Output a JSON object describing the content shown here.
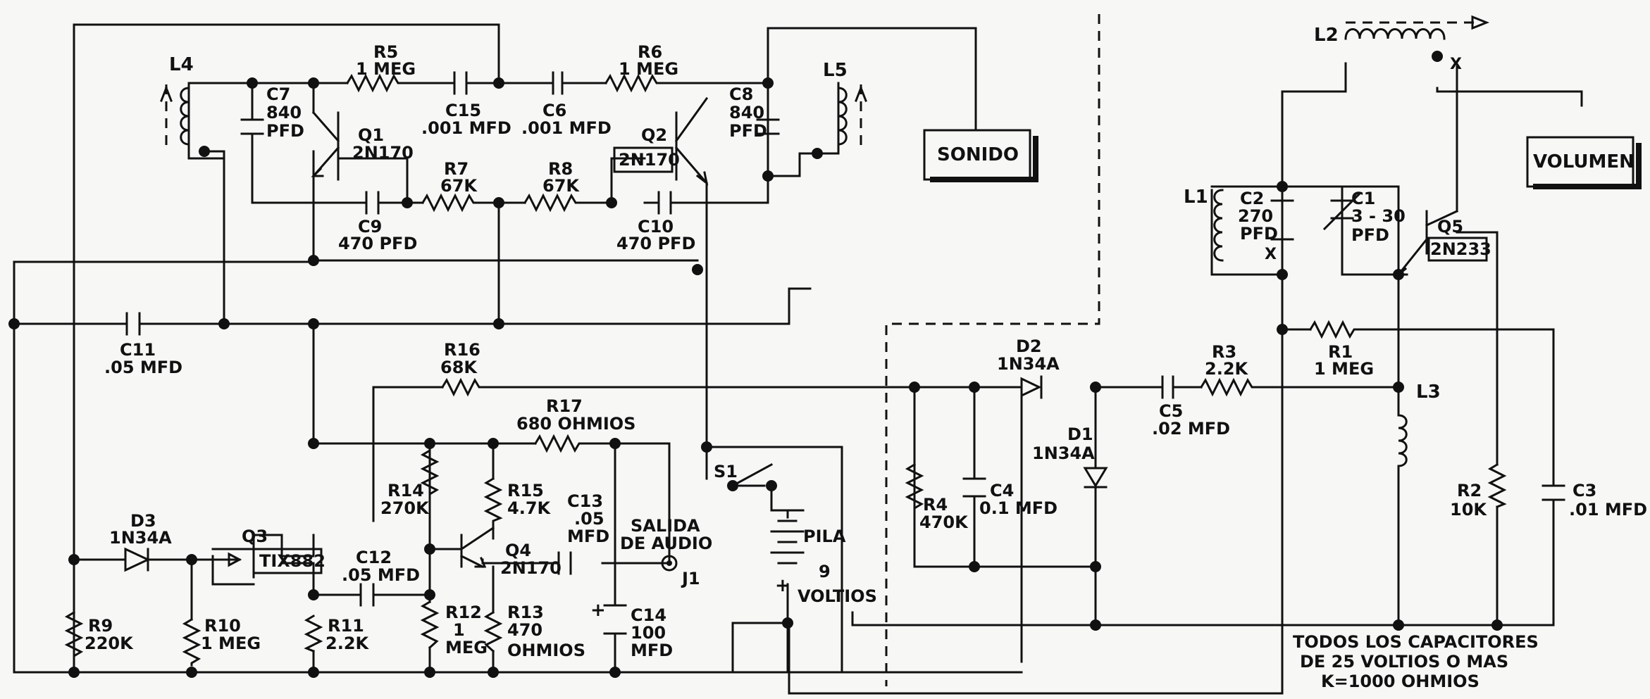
{
  "boxes": {
    "sonido": "SONIDO",
    "volumen": "VOLUMEN"
  },
  "labels": {
    "L4": "L4",
    "L5": "L5",
    "L2": "L2",
    "L1": "L1",
    "L3": "L3",
    "R5": "R5",
    "R5v": "1 MEG",
    "R6": "R6",
    "R6v": "1 MEG",
    "C7": "C7",
    "C7v1": "840",
    "C7v2": "PFD",
    "C8": "C8",
    "C8v1": "840",
    "C8v2": "PFD",
    "Q1": "Q1",
    "Q1v": "2N170",
    "Q2": "Q2",
    "Q2v": "2N170",
    "C15": "C15",
    "C15v": ".001 MFD",
    "C6": "C6",
    "C6v": ".001 MFD",
    "R7": "R7",
    "R7v": "67K",
    "R8": "R8",
    "R8v": "67K",
    "C9": "C9",
    "C9v": "470 PFD",
    "C10": "C10",
    "C10v": "470 PFD",
    "C11": "C11",
    "C11v": ".05 MFD",
    "R16": "R16",
    "R16v": "68K",
    "R17": "R17",
    "R17v": "680 OHMIOS",
    "R14": "R14",
    "R14v": "270K",
    "R15": "R15",
    "R15v": "4.7K",
    "C13": "C13",
    "C13v1": ".05",
    "C13v2": "MFD",
    "salida1": "SALIDA",
    "salida2": "DE AUDIO",
    "J1": "J1",
    "Q4": "Q4",
    "Q4v": "2N170",
    "Q3": "Q3",
    "Q3v": "TIX882",
    "C12": "C12",
    "C12v": ".05 MFD",
    "D3": "D3",
    "D3v": "1N34A",
    "R9": "R9",
    "R9v": "220K",
    "R10": "R10",
    "R10v": "1 MEG",
    "R11": "R11",
    "R11v": "2.2K",
    "R12": "R12",
    "R12v1": "1",
    "R12v2": "MEG",
    "R13": "R13",
    "R13v1": "470",
    "R13v2": "OHMIOS",
    "C14": "C14",
    "C14v1": "100",
    "C14v2": "MFD",
    "S1": "S1",
    "pila1": "PILA",
    "pila2": "9",
    "pila3": "VOLTIOS",
    "D2": "D2",
    "D2v": "1N34A",
    "D1": "D1",
    "D1v": "1N34A",
    "R4": "R4",
    "R4v": "470K",
    "C4": "C4",
    "C4v": "0.1 MFD",
    "C5": "C5",
    "C5v": ".02 MFD",
    "R3": "R3",
    "R3v": "2.2K",
    "C2": "C2",
    "C2v1": "270",
    "C2v2": "PFD",
    "C1": "C1",
    "C1v1": "3 - 30",
    "C1v2": "PFD",
    "Q5": "Q5",
    "Q5v": "2N233",
    "R1": "R1",
    "R1v": "1 MEG",
    "R2": "R2",
    "R2v": "10K",
    "C3": "C3",
    "C3v": ".01 MFD",
    "x1": "X",
    "x2": "X",
    "plus1": "+",
    "plus2": "+"
  },
  "notes": {
    "line1": "TODOS LOS CAPACITORES",
    "line2": "DE 25 VOLTIOS O MAS",
    "line3": "K=1000 OHMIOS"
  }
}
